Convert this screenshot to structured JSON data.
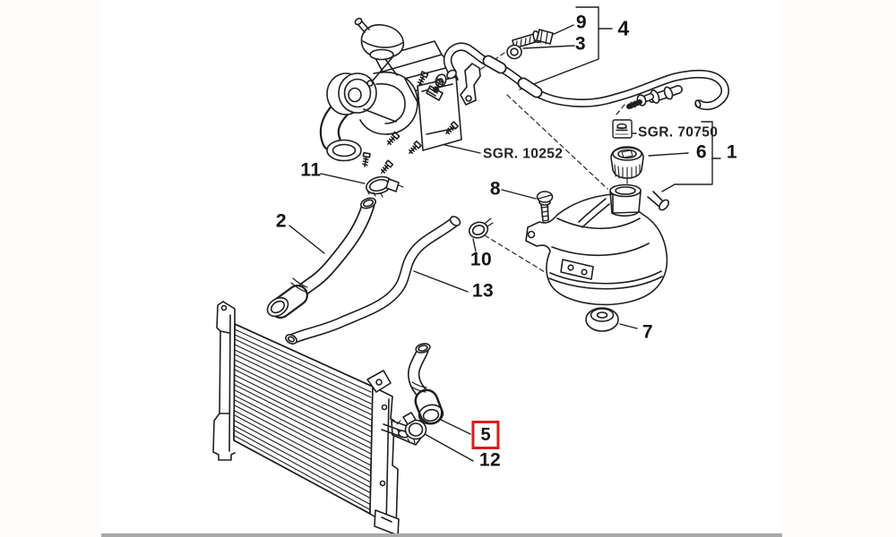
{
  "figure": {
    "description": "Exploded parts diagram of engine cooling circuit: turbocharger, radiator, expansion tank, hoses and clamps",
    "highlighted_callout": "5"
  },
  "colors": {
    "line": "#1f1f1f",
    "highlight_red": "#d81e1e",
    "panel_edge": "#a9a9a9"
  },
  "references": {
    "turbo_group": "SGR. 10252",
    "cap_group": "SGR. 70750"
  },
  "callouts": {
    "c1": "1",
    "c2": "2",
    "c3": "3",
    "c4": "4",
    "c5": "5",
    "c6": "6",
    "c7": "7",
    "c8": "8",
    "c9": "9",
    "c10": "10",
    "c11": "11",
    "c12": "12",
    "c13": "13"
  }
}
